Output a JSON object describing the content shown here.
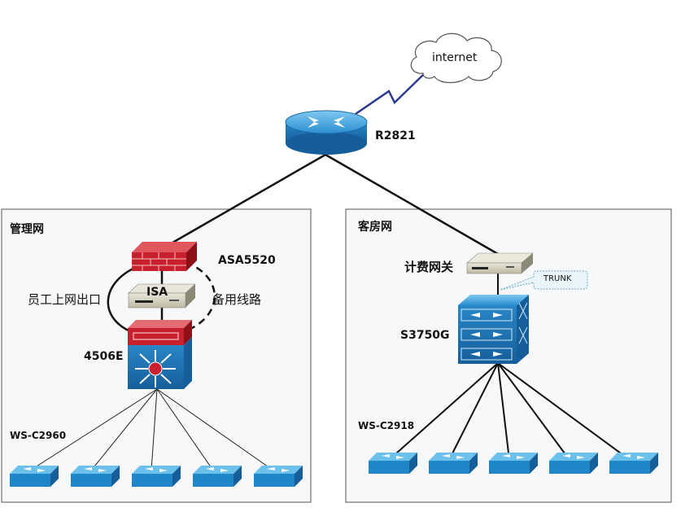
{
  "cloud": {
    "label": "internet"
  },
  "router": {
    "label": "R2821"
  },
  "zones": {
    "management": {
      "title": "管理网"
    },
    "guest": {
      "title": "客房网"
    }
  },
  "management": {
    "firewall_label": "ASA5520",
    "isa_label": "ISA",
    "primary_path_label": "员工上网出口",
    "backup_path_label": "备用线路",
    "core_label": "4506E",
    "access_label": "WS-C2960",
    "access_switch_count": 5
  },
  "guest": {
    "gateway_label": "计费网关",
    "trunk_label": "TRUNK",
    "core_label": "S3750G",
    "access_label": "WS-C2918",
    "access_switch_count": 5
  },
  "colors": {
    "link": "#111111",
    "wan_link": "#2b3a8f",
    "device_blue": "#1f86c8",
    "firewall_red": "#c8202c",
    "gray_device": "#c9c6b4"
  },
  "icons": [
    "cloud-icon",
    "router-icon",
    "firewall-icon",
    "isa-server-icon",
    "layer3-switch-icon",
    "stack-switch-icon",
    "gateway-icon",
    "access-switch-icon"
  ]
}
